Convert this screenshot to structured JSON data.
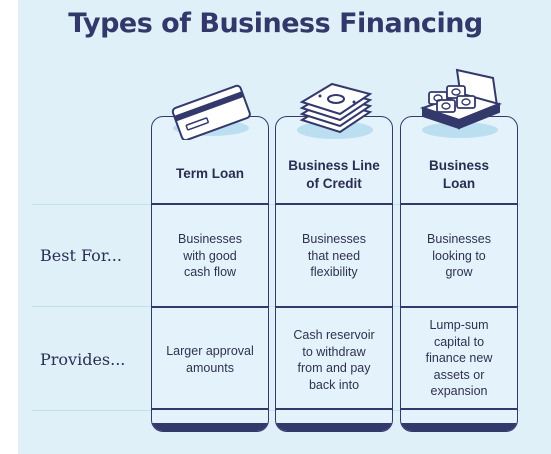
{
  "title": "Types of Business Financing",
  "row_labels": [
    "Best For...",
    "Provides..."
  ],
  "columns": [
    {
      "header": [
        "Term Loan"
      ],
      "icon": "credit-card-icon",
      "best_for": [
        "Businesses",
        "with good",
        "cash flow"
      ],
      "provides": [
        "Larger approval",
        "amounts"
      ]
    },
    {
      "header": [
        "Business Line",
        "of Credit"
      ],
      "icon": "cash-stack-icon",
      "best_for": [
        "Businesses",
        "that need",
        "flexibility"
      ],
      "provides": [
        "Cash reservoir",
        "to withdraw",
        "from and pay",
        "back into"
      ]
    },
    {
      "header": [
        "Business",
        "Loan"
      ],
      "icon": "cash-box-icon",
      "best_for": [
        "Businesses",
        "looking to",
        "grow"
      ],
      "provides": [
        "Lump-sum",
        "capital to",
        "finance new",
        "assets or",
        "expansion"
      ]
    }
  ],
  "colors": {
    "navy": "#34396b",
    "background": "#dff0f9",
    "grid_line": "#bfe0ec"
  }
}
